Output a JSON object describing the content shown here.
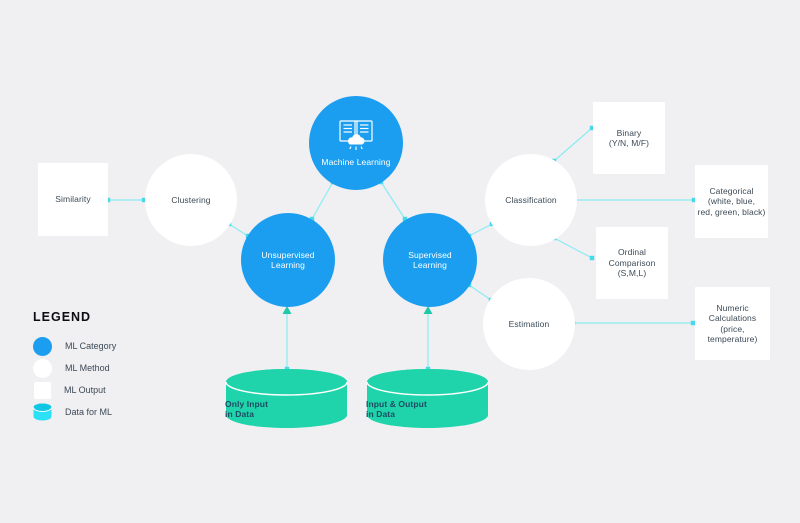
{
  "colors": {
    "bg": "#f0eff2",
    "blue": "#1b9ef0",
    "teal": "#1fd4ab",
    "cyan": "#2ce0f5",
    "cyan-dark": "#0fc7e4",
    "line": "#8aecf2",
    "endpoint": "#45dae9",
    "arrow": "#1fc9a7",
    "text-dark": "#3c4a56",
    "text-on-teal": "#1d4a63",
    "title": "#0d0d12"
  },
  "icons": {
    "machine_learning": "open-book-cloud-icon"
  },
  "diagram": {
    "machine_learning": {
      "label": "Machine Learning"
    },
    "similarity": {
      "label": "Similarity"
    },
    "clustering": {
      "label": "Clustering"
    },
    "unsupervised": {
      "line1": "Unsupervised",
      "line2": "Learning"
    },
    "supervised": {
      "line1": "Supervised",
      "line2": "Learning"
    },
    "classification": {
      "label": "Classification"
    },
    "estimation": {
      "label": "Estimation"
    },
    "binary": {
      "line1": "Binary",
      "line2": "(Y/N, M/F)"
    },
    "categorical": {
      "line1": "Categorical",
      "line2": "(white, blue,",
      "line3": "red, green, black)"
    },
    "ordinal": {
      "line1": "Ordinal",
      "line2": "Comparison",
      "line3": "(S,M,L)"
    },
    "numeric": {
      "line1": "Numeric",
      "line2": "Calculations",
      "line3": "(price, temperature)"
    },
    "only_input_cylinder": {
      "line1": "Only Input",
      "line2": "in Data"
    },
    "input_output_cylinder": {
      "line1": "Input & Output",
      "line2": "in Data"
    }
  },
  "legend": {
    "title": "LEGEND",
    "items": [
      {
        "label": "ML Category",
        "swatch": "blue-circle"
      },
      {
        "label": "ML Method",
        "swatch": "white-circle"
      },
      {
        "label": "ML Output",
        "swatch": "white-square"
      },
      {
        "label": "Data for ML",
        "swatch": "cyan-cylinder"
      }
    ]
  }
}
